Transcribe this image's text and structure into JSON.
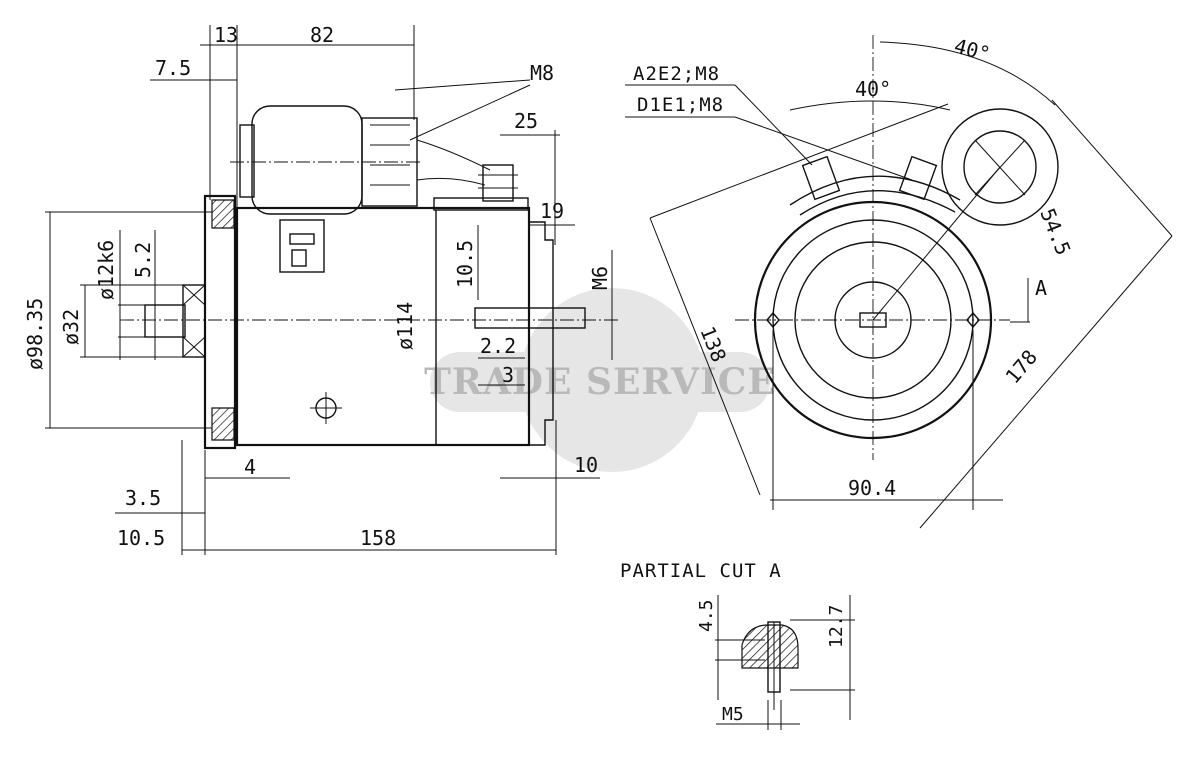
{
  "watermark": {
    "text": "TRADE SERVICE"
  },
  "side_view": {
    "dims": {
      "d13": "13",
      "d82": "82",
      "d7_5": "7.5",
      "m8": "M8",
      "d25": "25",
      "d19": "19",
      "d10_5": "10.5",
      "d12k6": "ø12k6",
      "d5_2": "5.2",
      "d98_35": "ø98.35",
      "d32": "ø32",
      "d114": "ø114",
      "m6": "M6",
      "d2_2": "2.2",
      "d3": "3",
      "d4": "4",
      "d10": "10",
      "d3_5": "3.5",
      "d10_5b": "10.5",
      "d158": "158"
    }
  },
  "end_view": {
    "labels": {
      "a2e2": "A2E2;M8",
      "d1e1": "D1E1;M8",
      "angle_outer": "40°",
      "angle_inner": "40°",
      "d54_5": "54.5",
      "section_a": "A",
      "d138": "138",
      "d178": "178",
      "d90_4": "90.4"
    }
  },
  "partial_cut": {
    "title": "PARTIAL CUT A",
    "dims": {
      "d4_5": "4.5",
      "d12_7": "12.7",
      "m5": "M5"
    }
  }
}
